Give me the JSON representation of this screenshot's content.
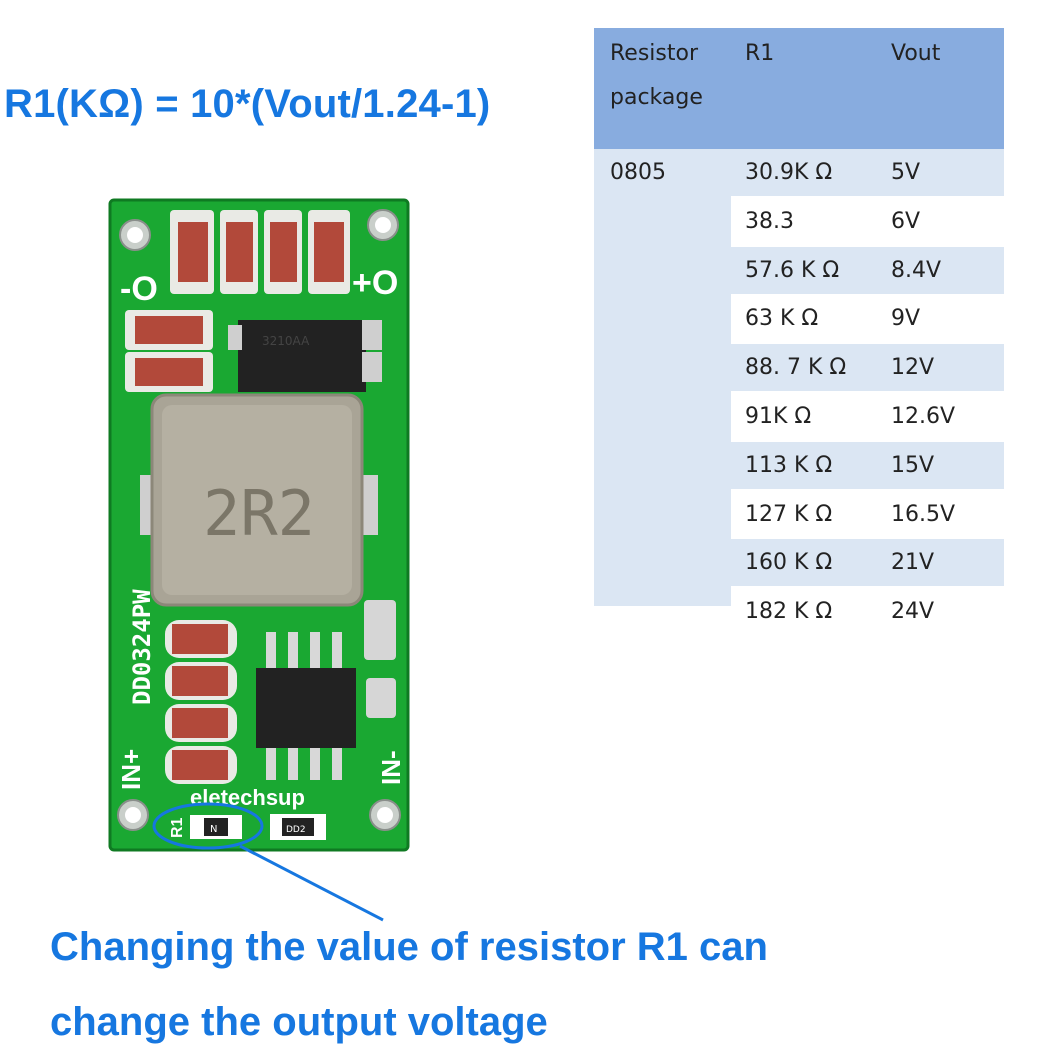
{
  "formula": "R1(KΩ) = 10*(Vout/1.24-1)",
  "table": {
    "headers": [
      "Resistor",
      "package",
      "R1",
      "Vout"
    ],
    "package_value": "0805",
    "rows": [
      {
        "r1": "30.9K Ω",
        "vout": "5V"
      },
      {
        "r1": "38.3",
        "vout": "6V"
      },
      {
        "r1": "57.6 K Ω",
        "vout": "8.4V"
      },
      {
        "r1": "63 K Ω",
        "vout": "9V"
      },
      {
        "r1": "88. 7 K Ω",
        "vout": "12V"
      },
      {
        "r1": "91K Ω",
        "vout": "12.6V"
      },
      {
        "r1": "113 K Ω",
        "vout": "15V"
      },
      {
        "r1": "127 K Ω",
        "vout": "16.5V"
      },
      {
        "r1": "160 K Ω",
        "vout": "21V"
      },
      {
        "r1": "182 K Ω",
        "vout": "24V"
      }
    ],
    "colors": {
      "header": "#88acdf",
      "row_alt": "#dbe6f3"
    }
  },
  "board": {
    "inductor_label": "2R2",
    "model": "DD0324PW",
    "brand": "eletechsup",
    "out_neg": "-O",
    "out_pos": "+O",
    "in_pos": "IN+",
    "in_neg": "IN-",
    "r1_label": "R1",
    "ic_marking": "3210AA",
    "r1_marking": "N",
    "d2_marking": "DD2",
    "colors": {
      "pcb": "#1aa832",
      "highlight": "#1677e0"
    }
  },
  "caption": {
    "line1": "Changing the value of resistor R1 can",
    "line2": "change the output voltage"
  }
}
